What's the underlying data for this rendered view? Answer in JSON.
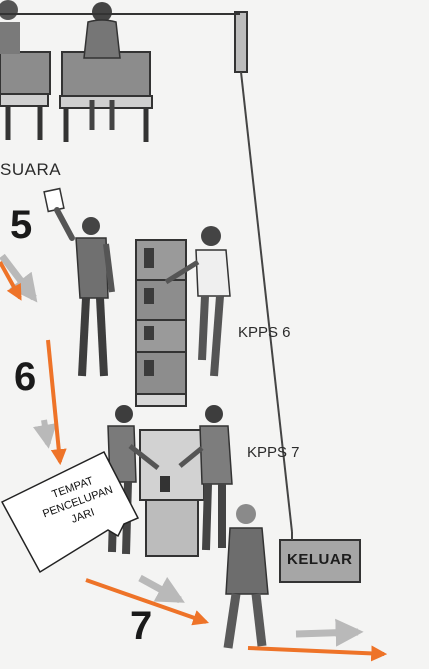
{
  "labels": {
    "suara": "SUARA",
    "step_5": "5",
    "step_6": "6",
    "step_7": "7",
    "kpps_6": "KPPS 6",
    "kpps_7": "KPPS 7",
    "keluar": "KELUAR",
    "callout": {
      "line1": "TEMPAT",
      "line2": "PENCELUPAN",
      "line3": "JARI"
    }
  },
  "colors": {
    "arrow": "#ee7328",
    "grey_arrow": "#b9b9b9",
    "figure": "#6f6f6f",
    "figure_dark": "#3d3d3d"
  }
}
